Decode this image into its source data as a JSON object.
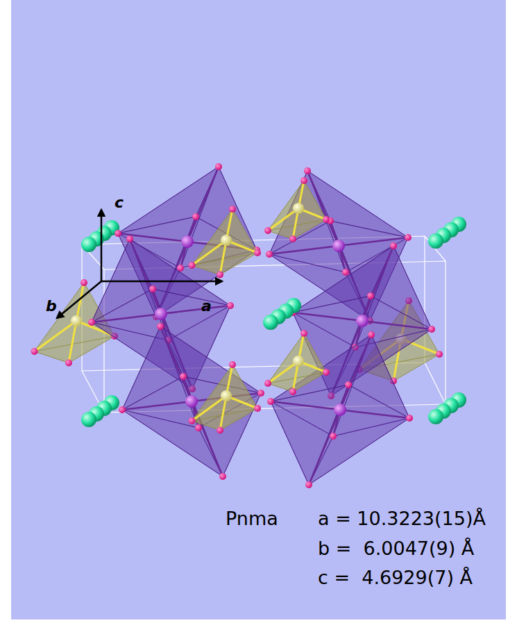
{
  "diagram": {
    "labels": [
      "c",
      "b",
      "a",
      "Pnma",
      "a = 10.3223(15)Å",
      "b =  6.0047(9) Å",
      "c =  4.6929(7) Å"
    ]
  }
}
